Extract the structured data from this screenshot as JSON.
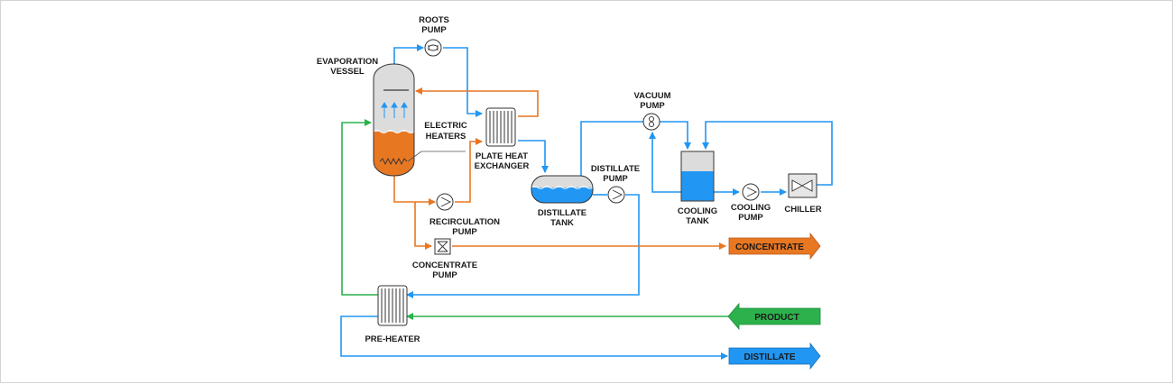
{
  "colors": {
    "vapor_blue": "#2196f3",
    "concentrate_orange": "#e87722",
    "product_green": "#2bb24c",
    "vessel_gray": "#d9d9d9",
    "frame_border": "#d4d4d4"
  },
  "labels": {
    "roots_pump_1": "ROOTS",
    "roots_pump_2": "PUMP",
    "evaporation_vessel_1": "EVAPORATION",
    "evaporation_vessel_2": "VESSEL",
    "electric_heaters_1": "ELECTRIC",
    "electric_heaters_2": "HEATERS",
    "plate_hx_1": "PLATE HEAT",
    "plate_hx_2": "EXCHANGER",
    "recirc_pump_1": "RECIRCULATION",
    "recirc_pump_2": "PUMP",
    "concentrate_pump_1": "CONCENTRATE",
    "concentrate_pump_2": "PUMP",
    "distillate_tank_1": "DISTILLATE",
    "distillate_tank_2": "TANK",
    "distillate_pump_1": "DISTILLATE",
    "distillate_pump_2": "PUMP",
    "vacuum_pump_1": "VACUUM",
    "vacuum_pump_2": "PUMP",
    "cooling_tank_1": "COOLING",
    "cooling_tank_2": "TANK",
    "cooling_pump_1": "COOLING",
    "cooling_pump_2": "PUMP",
    "chiller": "CHILLER",
    "pre_heater": "PRE-HEATER"
  },
  "streams": {
    "concentrate": "CONCENTRATE",
    "product": "PRODUCT",
    "distillate": "DISTILLATE"
  },
  "icons": [
    "roots-pump-icon",
    "centrifugal-pump-icon",
    "vacuum-pump-icon",
    "chiller-fan-icon",
    "plate-heat-exchanger-icon",
    "dosing-pump-icon"
  ]
}
